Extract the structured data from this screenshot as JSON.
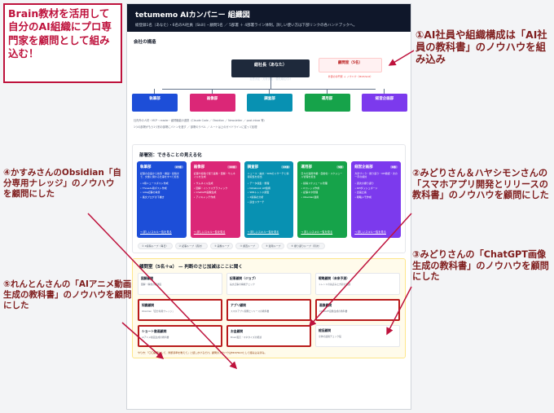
{
  "header": {
    "title": "tetumemo AIカンパニー 組織図",
    "subtitle": "総登録1名（あなた）・6名のAI社員（Skill）・顧問5名 ／ 5部署 ＋ 4部署ライン体制。詳しい使い方は下部リンクの各ハンドブックへ。"
  },
  "org": {
    "section_title": "会社の構造",
    "ceo": {
      "name": "総社長（あなた）",
      "desc": "意思決定・方針決定・優先順位付け"
    },
    "advisor": {
      "name": "顧問室（5名）",
      "desc": "外部の専門家 ＋ ノウハウ（MCP/Skill）"
    },
    "departments": [
      {
        "name": "執筆部",
        "count": "27 Skills",
        "color": "#1d4ed8"
      },
      {
        "name": "画像部",
        "count": "10 Skills",
        "color": "#db2777"
      },
      {
        "name": "調査部",
        "count": "13 Skills",
        "color": "#0891b2"
      },
      {
        "name": "運用部",
        "count": "5 Skills",
        "color": "#16a34a"
      },
      {
        "name": "経営企画部",
        "count": "6 Skills",
        "color": "#7c3aed"
      }
    ],
    "notes": [
      "社内外の人材・MCP・reader・顧問機能の連携（Claude Code ／ Obsidian ／ Newsletter ／ post-inbox 等）",
      "1つの部署がもう1つ別の部署にバトンを渡す ／ 部署のラベル ／ ルートは上のガイドラインに従って処理"
    ]
  },
  "departments_section": {
    "title": "部署別：できることの見える化",
    "cards": [
      {
        "name": "執筆部",
        "badge": "27本",
        "color": "#1d4ed8",
        "desc": "記事の企画から執筆・推敲・投稿まで、文章に関わる仕事をすべて担当",
        "items": [
          "X用ニュースポスト作成",
          "Threads用ポスト作成",
          "note記事の執筆",
          "長文ブログの下書き"
        ],
        "link": "→ 詳しいスキル一覧を見る"
      },
      {
        "name": "画像部",
        "badge": "10本",
        "color": "#db2777",
        "desc": "記事や投稿で使う画像・図解・サムネイルを生成",
        "items": [
          "サムネイル生成",
          "図解・インフォグラフィック",
          "ChatGPT画像生成",
          "アイキャッチ作成"
        ],
        "link": "→ 詳しいスキル一覧を見る"
      },
      {
        "name": "調査部",
        "badge": "13本",
        "color": "#0891b2",
        "desc": "ニュース・論文・SNSのリサーチと情報収集を担当",
        "items": [
          "データ収集・整理",
          "Notebook LM連携",
          "SNSトレンド調査",
          "X投稿の分析",
          "競合リサーチ"
        ],
        "link": "→ 詳しいスキル一覧を見る"
      },
      {
        "name": "運用部",
        "badge": "5本",
        "color": "#16a34a",
        "desc": "日々の運用作業・自動化・スケジュール管理を担当",
        "items": [
          "投稿スケジュール管理",
          "Xスレッド作成",
          "記事ネタ管理",
          "Obsidian運用"
        ],
        "link": "→ 詳しいスキル一覧を見る"
      },
      {
        "name": "経営企画部",
        "badge": "6本",
        "color": "#7c3aed",
        "desc": "方針づくり・振り返り・KPI確認・次の一手の検討",
        "items": [
          "週次の振り返り",
          "KPIダッシュボード",
          "企画立案",
          "戦略メモ作成"
        ],
        "link": "→ 詳しいスキル一覧を見る"
      }
    ],
    "chips": [
      "① X投稿ループ（毎日）",
      "② 記事ループ（週次）",
      "③ 画像ループ",
      "④ 調査ループ",
      "⑤ 運用ループ",
      "⑥ 振り返りループ（月次）"
    ]
  },
  "advisors_section": {
    "title": "顧問室（5名＋α） — 判断のさじ加減はここに聞く",
    "advisors": [
      {
        "name": "図解顧問",
        "desc": "図解・構成の相談役",
        "highlight": false
      },
      {
        "name": "記事顧問（ジョブ）",
        "desc": "長文記事の構成チェック",
        "highlight": false
      },
      {
        "name": "戦略顧問（未来予測）",
        "desc": "トレンドの先読みと方針の相談",
        "highlight": false
      },
      {
        "name": "知識顧問",
        "desc": "Obsidian「自分専用ナレッジ」",
        "highlight": true
      },
      {
        "name": "アプリ顧問",
        "desc": "スマホアプリ開発とリリースの教科書",
        "highlight": true
      },
      {
        "name": "画像顧問",
        "desc": "ChatGPT画像生成の教科書",
        "highlight": true
      },
      {
        "name": "ショート動画顧問",
        "desc": "AIアニメ動画生成の教科書",
        "highlight": true
      },
      {
        "name": "お金顧問",
        "desc": "Brain販売・マネタイズの相談",
        "highlight": true
      },
      {
        "name": "総括顧問",
        "desc": "全体の最終チェック役",
        "highlight": false
      }
    ],
    "footer": "やり方：「〇〇顧問として、判断基準を教えて」と話しかけるだけ。顧問のノウハウはMCP/Skillとして組み込み済み。"
  },
  "callouts": {
    "main": "Brain教材を活用して自分のAI組織にプロ専門家を顧問として組み込む！",
    "c1": "①AI社員や組織構成は「AI社員の教科書」のノウハウを組み込み",
    "c2": "②みどりさん＆ハヤシモンさんの「スマホアプリ開発とリリースの教科書」のノウハウを顧問にした",
    "c3": "③みどりさんの「ChatGPT画像生成の教科書」のノウハウを顧問にした",
    "c4": "④かすみさんのObsidian「自分専用ナレッジ」のノウハウを顧問にした",
    "c5": "⑤れんとんさんの「AIアニメ動画生成の教科書」のノウハウを顧問にした"
  },
  "colors": {
    "accent": "#be123c",
    "callout_text": "#7f1d1d",
    "header_bg": "#0f172a"
  }
}
